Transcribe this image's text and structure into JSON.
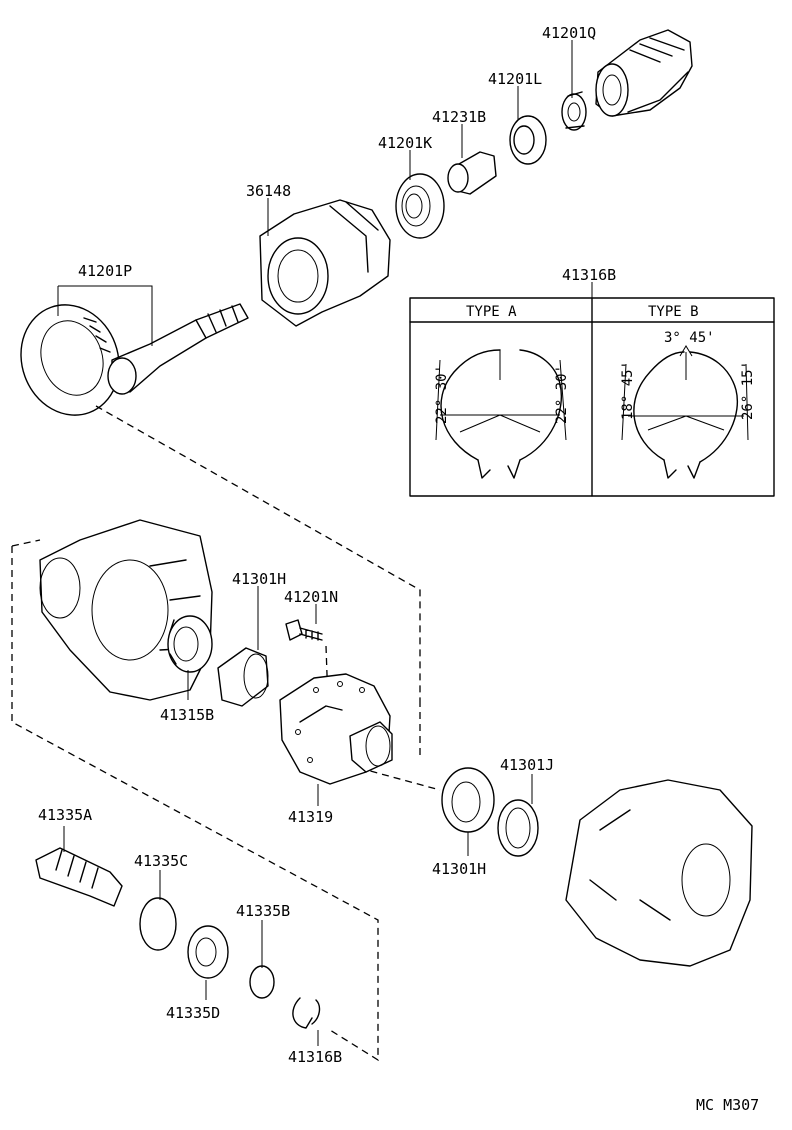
{
  "parts": {
    "p41201Q": "41201Q",
    "p41201L": "41201L",
    "p41231B": "41231B",
    "p41201K": "41201K",
    "p36148": "36148",
    "p41201P": "41201P",
    "p41316B_top": "41316B",
    "p41301H_top": "41301H",
    "p41201N": "41201N",
    "p41315B": "41315B",
    "p41319": "41319",
    "p41301J": "41301J",
    "p41301H_bottom": "41301H",
    "p41335A": "41335A",
    "p41335C": "41335C",
    "p41335B": "41335B",
    "p41335D": "41335D",
    "p41316B_bottom": "41316B"
  },
  "table": {
    "type_a": "TYPE  A",
    "type_b": "TYPE  B",
    "a_left_angle": "22° 30'",
    "a_right_angle": "22° 30'",
    "b_top_angle": "3° 45'",
    "b_left_angle": "18° 45'",
    "b_right_angle": "26° 15'"
  },
  "footer": {
    "code": "MC  M307"
  }
}
